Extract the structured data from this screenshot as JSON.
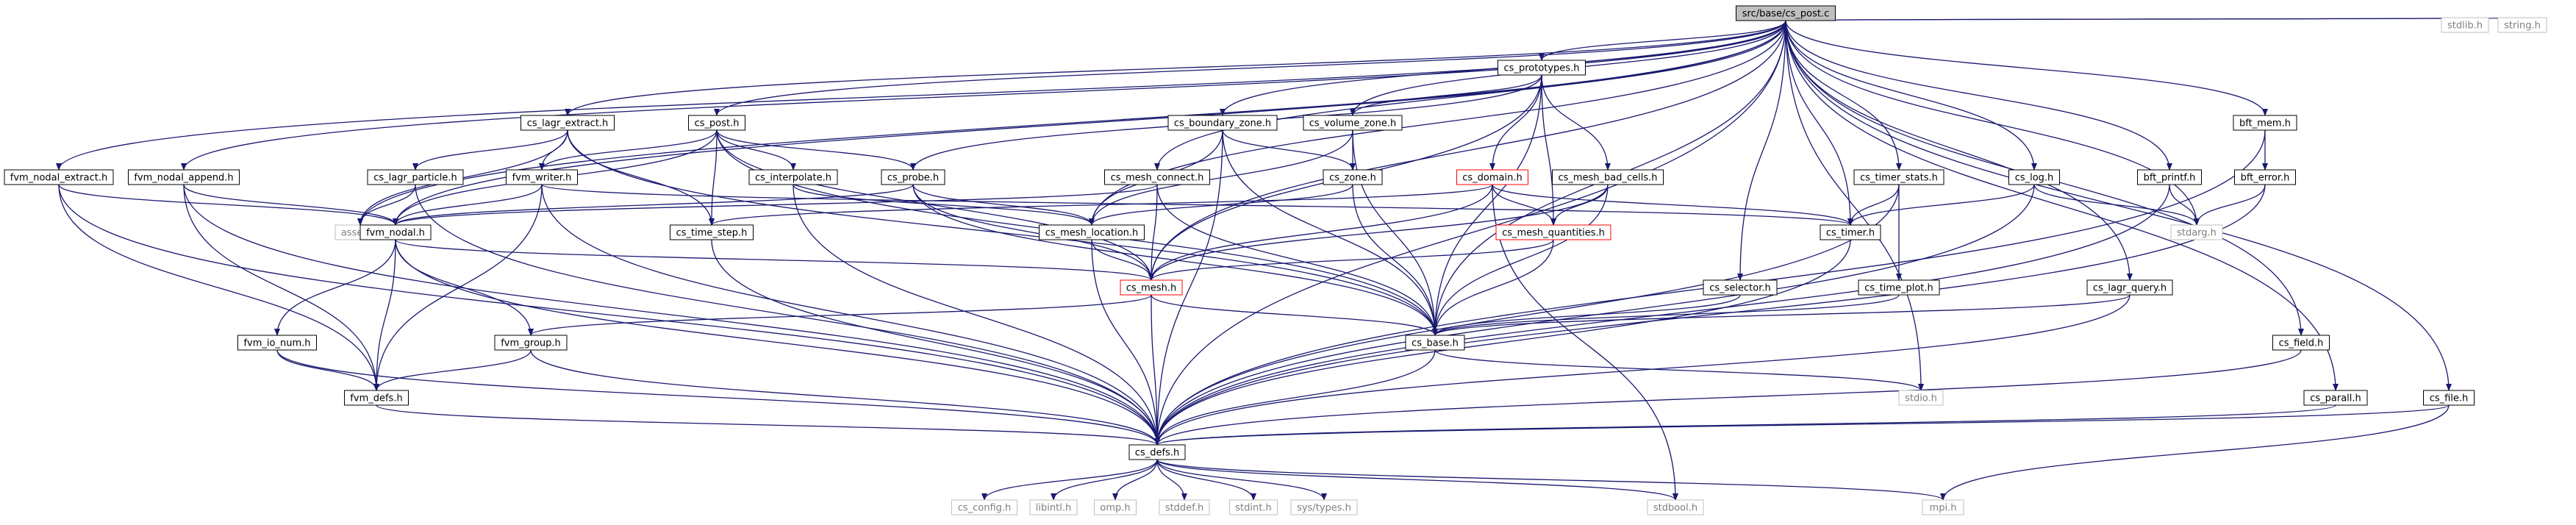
{
  "diagram": {
    "root": "src/base/cs_post.c",
    "colors": {
      "edge": "#191970",
      "root_fill": "#bfbfbf",
      "node_border": "#000000",
      "truncated_border": "#ff0000",
      "external_border": "#bfbfbf",
      "external_text": "#7f7f7f",
      "text": "#000000"
    },
    "nodes": [
      {
        "id": "root",
        "label": "src/base/cs_post.c",
        "kind": "root"
      },
      {
        "id": "cs_prototypes",
        "label": "cs_prototypes.h",
        "kind": "normal"
      },
      {
        "id": "cs_lagr_extract",
        "label": "cs_lagr_extract.h",
        "kind": "normal"
      },
      {
        "id": "cs_post",
        "label": "cs_post.h",
        "kind": "normal"
      },
      {
        "id": "cs_boundary_zone",
        "label": "cs_boundary_zone.h",
        "kind": "normal"
      },
      {
        "id": "cs_volume_zone",
        "label": "cs_volume_zone.h",
        "kind": "normal"
      },
      {
        "id": "bft_mem",
        "label": "bft_mem.h",
        "kind": "normal"
      },
      {
        "id": "fvm_nodal_extract",
        "label": "fvm_nodal_extract.h",
        "kind": "normal"
      },
      {
        "id": "fvm_nodal_append",
        "label": "fvm_nodal_append.h",
        "kind": "normal"
      },
      {
        "id": "cs_lagr_particle",
        "label": "cs_lagr_particle.h",
        "kind": "normal"
      },
      {
        "id": "fvm_writer",
        "label": "fvm_writer.h",
        "kind": "normal"
      },
      {
        "id": "cs_interpolate",
        "label": "cs_interpolate.h",
        "kind": "normal"
      },
      {
        "id": "cs_probe",
        "label": "cs_probe.h",
        "kind": "normal"
      },
      {
        "id": "cs_mesh_connect",
        "label": "cs_mesh_connect.h",
        "kind": "normal"
      },
      {
        "id": "cs_zone",
        "label": "cs_zone.h",
        "kind": "normal"
      },
      {
        "id": "cs_domain",
        "label": "cs_domain.h",
        "kind": "truncated"
      },
      {
        "id": "cs_mesh_bad_cells",
        "label": "cs_mesh_bad_cells.h",
        "kind": "normal"
      },
      {
        "id": "cs_timer_stats",
        "label": "cs_timer_stats.h",
        "kind": "normal"
      },
      {
        "id": "cs_log",
        "label": "cs_log.h",
        "kind": "normal"
      },
      {
        "id": "bft_printf",
        "label": "bft_printf.h",
        "kind": "normal"
      },
      {
        "id": "bft_error",
        "label": "bft_error.h",
        "kind": "normal"
      },
      {
        "id": "stdlib",
        "label": "stdlib.h",
        "kind": "external"
      },
      {
        "id": "string",
        "label": "string.h",
        "kind": "external"
      },
      {
        "id": "assert",
        "label": "assert.h",
        "kind": "external"
      },
      {
        "id": "fvm_nodal",
        "label": "fvm_nodal.h",
        "kind": "normal"
      },
      {
        "id": "cs_time_step",
        "label": "cs_time_step.h",
        "kind": "normal"
      },
      {
        "id": "cs_mesh_location",
        "label": "cs_mesh_location.h",
        "kind": "normal"
      },
      {
        "id": "cs_mesh_quantities",
        "label": "cs_mesh_quantities.h",
        "kind": "truncated"
      },
      {
        "id": "cs_timer",
        "label": "cs_timer.h",
        "kind": "normal"
      },
      {
        "id": "stdarg",
        "label": "stdarg.h",
        "kind": "external"
      },
      {
        "id": "cs_mesh",
        "label": "cs_mesh.h",
        "kind": "truncated"
      },
      {
        "id": "cs_selector",
        "label": "cs_selector.h",
        "kind": "normal"
      },
      {
        "id": "cs_time_plot",
        "label": "cs_time_plot.h",
        "kind": "normal"
      },
      {
        "id": "cs_lagr_query",
        "label": "cs_lagr_query.h",
        "kind": "normal"
      },
      {
        "id": "fvm_io_num",
        "label": "fvm_io_num.h",
        "kind": "normal"
      },
      {
        "id": "fvm_group",
        "label": "fvm_group.h",
        "kind": "normal"
      },
      {
        "id": "cs_base",
        "label": "cs_base.h",
        "kind": "normal"
      },
      {
        "id": "cs_field",
        "label": "cs_field.h",
        "kind": "normal"
      },
      {
        "id": "fvm_defs",
        "label": "fvm_defs.h",
        "kind": "normal"
      },
      {
        "id": "stdio",
        "label": "stdio.h",
        "kind": "external"
      },
      {
        "id": "cs_parall",
        "label": "cs_parall.h",
        "kind": "normal"
      },
      {
        "id": "cs_file",
        "label": "cs_file.h",
        "kind": "normal"
      },
      {
        "id": "cs_defs",
        "label": "cs_defs.h",
        "kind": "normal"
      },
      {
        "id": "cs_config",
        "label": "cs_config.h",
        "kind": "external"
      },
      {
        "id": "libintl",
        "label": "libintl.h",
        "kind": "external"
      },
      {
        "id": "omp",
        "label": "omp.h",
        "kind": "external"
      },
      {
        "id": "stddef",
        "label": "stddef.h",
        "kind": "external"
      },
      {
        "id": "stdint",
        "label": "stdint.h",
        "kind": "external"
      },
      {
        "id": "systypes",
        "label": "sys/types.h",
        "kind": "external"
      },
      {
        "id": "stdbool",
        "label": "stdbool.h",
        "kind": "external"
      },
      {
        "id": "mpi",
        "label": "mpi.h",
        "kind": "external"
      }
    ],
    "edges": [
      [
        "root",
        "cs_prototypes"
      ],
      [
        "root",
        "cs_lagr_extract"
      ],
      [
        "root",
        "cs_post"
      ],
      [
        "root",
        "cs_boundary_zone"
      ],
      [
        "root",
        "cs_volume_zone"
      ],
      [
        "root",
        "bft_mem"
      ],
      [
        "root",
        "fvm_nodal_extract"
      ],
      [
        "root",
        "fvm_nodal_append"
      ],
      [
        "root",
        "fvm_nodal"
      ],
      [
        "root",
        "cs_mesh_location"
      ],
      [
        "root",
        "cs_mesh_connect"
      ],
      [
        "root",
        "cs_timer_stats"
      ],
      [
        "root",
        "cs_log"
      ],
      [
        "root",
        "bft_printf"
      ],
      [
        "root",
        "stdlib"
      ],
      [
        "root",
        "string"
      ],
      [
        "root",
        "assert"
      ],
      [
        "root",
        "cs_mesh"
      ],
      [
        "root",
        "cs_selector"
      ],
      [
        "root",
        "cs_lagr_query"
      ],
      [
        "root",
        "cs_field"
      ],
      [
        "root",
        "cs_parall"
      ],
      [
        "root",
        "cs_file"
      ],
      [
        "root",
        "cs_defs"
      ],
      [
        "root",
        "cs_base"
      ],
      [
        "root",
        "cs_timer"
      ],
      [
        "root",
        "stdio"
      ],
      [
        "root",
        "stdarg"
      ],
      [
        "cs_prototypes",
        "cs_probe"
      ],
      [
        "cs_prototypes",
        "cs_volume_zone"
      ],
      [
        "cs_prototypes",
        "cs_domain"
      ],
      [
        "cs_prototypes",
        "cs_mesh_bad_cells"
      ],
      [
        "cs_prototypes",
        "cs_mesh_quantities"
      ],
      [
        "cs_prototypes",
        "cs_mesh"
      ],
      [
        "cs_prototypes",
        "cs_base"
      ],
      [
        "cs_lagr_extract",
        "cs_lagr_particle"
      ],
      [
        "cs_lagr_extract",
        "fvm_writer"
      ],
      [
        "cs_lagr_extract",
        "cs_time_step"
      ],
      [
        "cs_lagr_extract",
        "cs_base"
      ],
      [
        "cs_lagr_extract",
        "assert"
      ],
      [
        "cs_post",
        "fvm_nodal"
      ],
      [
        "cs_post",
        "fvm_writer"
      ],
      [
        "cs_post",
        "cs_interpolate"
      ],
      [
        "cs_post",
        "cs_probe"
      ],
      [
        "cs_post",
        "cs_time_step"
      ],
      [
        "cs_post",
        "cs_base"
      ],
      [
        "cs_post",
        "cs_mesh"
      ],
      [
        "cs_boundary_zone",
        "cs_zone"
      ],
      [
        "cs_boundary_zone",
        "cs_mesh_location"
      ],
      [
        "cs_boundary_zone",
        "cs_base"
      ],
      [
        "cs_boundary_zone",
        "cs_defs"
      ],
      [
        "cs_volume_zone",
        "cs_zone"
      ],
      [
        "cs_volume_zone",
        "cs_base"
      ],
      [
        "cs_volume_zone",
        "cs_mesh_location"
      ],
      [
        "bft_mem",
        "bft_error"
      ],
      [
        "bft_mem",
        "cs_defs"
      ],
      [
        "bft_error",
        "stdarg"
      ],
      [
        "bft_error",
        "cs_defs"
      ],
      [
        "bft_printf",
        "stdarg"
      ],
      [
        "bft_printf",
        "cs_defs"
      ],
      [
        "fvm_nodal_extract",
        "fvm_nodal"
      ],
      [
        "fvm_nodal_extract",
        "fvm_defs"
      ],
      [
        "fvm_nodal_extract",
        "cs_defs"
      ],
      [
        "fvm_nodal_append",
        "fvm_nodal"
      ],
      [
        "fvm_nodal_append",
        "fvm_defs"
      ],
      [
        "fvm_nodal_append",
        "cs_defs"
      ],
      [
        "cs_lagr_particle",
        "assert"
      ],
      [
        "cs_lagr_particle",
        "cs_defs"
      ],
      [
        "fvm_writer",
        "fvm_nodal"
      ],
      [
        "fvm_writer",
        "fvm_defs"
      ],
      [
        "fvm_writer",
        "cs_defs"
      ],
      [
        "fvm_writer",
        "cs_timer"
      ],
      [
        "cs_interpolate",
        "cs_mesh_location"
      ],
      [
        "cs_interpolate",
        "cs_defs"
      ],
      [
        "cs_probe",
        "cs_mesh"
      ],
      [
        "cs_probe",
        "cs_mesh_location"
      ],
      [
        "cs_probe",
        "fvm_nodal"
      ],
      [
        "cs_probe",
        "cs_base"
      ],
      [
        "cs_mesh_connect",
        "fvm_nodal"
      ],
      [
        "cs_mesh_connect",
        "cs_mesh"
      ],
      [
        "cs_mesh_connect",
        "cs_base"
      ],
      [
        "cs_zone",
        "cs_mesh_location"
      ],
      [
        "cs_zone",
        "cs_base"
      ],
      [
        "cs_domain",
        "cs_time_step"
      ],
      [
        "cs_domain",
        "cs_mesh"
      ],
      [
        "cs_domain",
        "cs_mesh_quantities"
      ],
      [
        "cs_domain",
        "cs_timer"
      ],
      [
        "cs_domain",
        "stdbool"
      ],
      [
        "cs_mesh_bad_cells",
        "cs_mesh"
      ],
      [
        "cs_mesh_bad_cells",
        "cs_mesh_quantities"
      ],
      [
        "cs_mesh_bad_cells",
        "cs_base"
      ],
      [
        "cs_timer_stats",
        "cs_timer"
      ],
      [
        "cs_timer_stats",
        "cs_time_plot"
      ],
      [
        "cs_timer_stats",
        "cs_defs"
      ],
      [
        "cs_log",
        "cs_timer"
      ],
      [
        "cs_log",
        "stdarg"
      ],
      [
        "cs_log",
        "cs_defs"
      ],
      [
        "fvm_nodal",
        "cs_mesh"
      ],
      [
        "fvm_nodal",
        "fvm_io_num"
      ],
      [
        "fvm_nodal",
        "fvm_group"
      ],
      [
        "fvm_nodal",
        "fvm_defs"
      ],
      [
        "fvm_nodal",
        "cs_defs"
      ],
      [
        "cs_time_step",
        "cs_defs"
      ],
      [
        "cs_mesh_location",
        "cs_mesh"
      ],
      [
        "cs_mesh_location",
        "cs_defs"
      ],
      [
        "cs_mesh_quantities",
        "cs_mesh"
      ],
      [
        "cs_mesh_quantities",
        "cs_base"
      ],
      [
        "cs_timer",
        "cs_defs"
      ],
      [
        "cs_mesh",
        "cs_base"
      ],
      [
        "cs_mesh",
        "cs_defs"
      ],
      [
        "cs_mesh",
        "fvm_group"
      ],
      [
        "cs_selector",
        "cs_base"
      ],
      [
        "cs_time_plot",
        "cs_base"
      ],
      [
        "cs_lagr_query",
        "cs_base"
      ],
      [
        "cs_lagr_query",
        "cs_defs"
      ],
      [
        "fvm_io_num",
        "fvm_defs"
      ],
      [
        "fvm_io_num",
        "cs_defs"
      ],
      [
        "fvm_group",
        "fvm_defs"
      ],
      [
        "fvm_group",
        "cs_defs"
      ],
      [
        "cs_base",
        "cs_defs"
      ],
      [
        "cs_base",
        "stdio"
      ],
      [
        "cs_field",
        "cs_defs"
      ],
      [
        "cs_parall",
        "cs_defs"
      ],
      [
        "cs_file",
        "cs_defs"
      ],
      [
        "cs_file",
        "mpi"
      ],
      [
        "fvm_defs",
        "cs_defs"
      ],
      [
        "cs_defs",
        "cs_config"
      ],
      [
        "cs_defs",
        "libintl"
      ],
      [
        "cs_defs",
        "omp"
      ],
      [
        "cs_defs",
        "stddef"
      ],
      [
        "cs_defs",
        "stdint"
      ],
      [
        "cs_defs",
        "systypes"
      ],
      [
        "cs_defs",
        "stdbool"
      ],
      [
        "cs_defs",
        "mpi"
      ]
    ]
  }
}
